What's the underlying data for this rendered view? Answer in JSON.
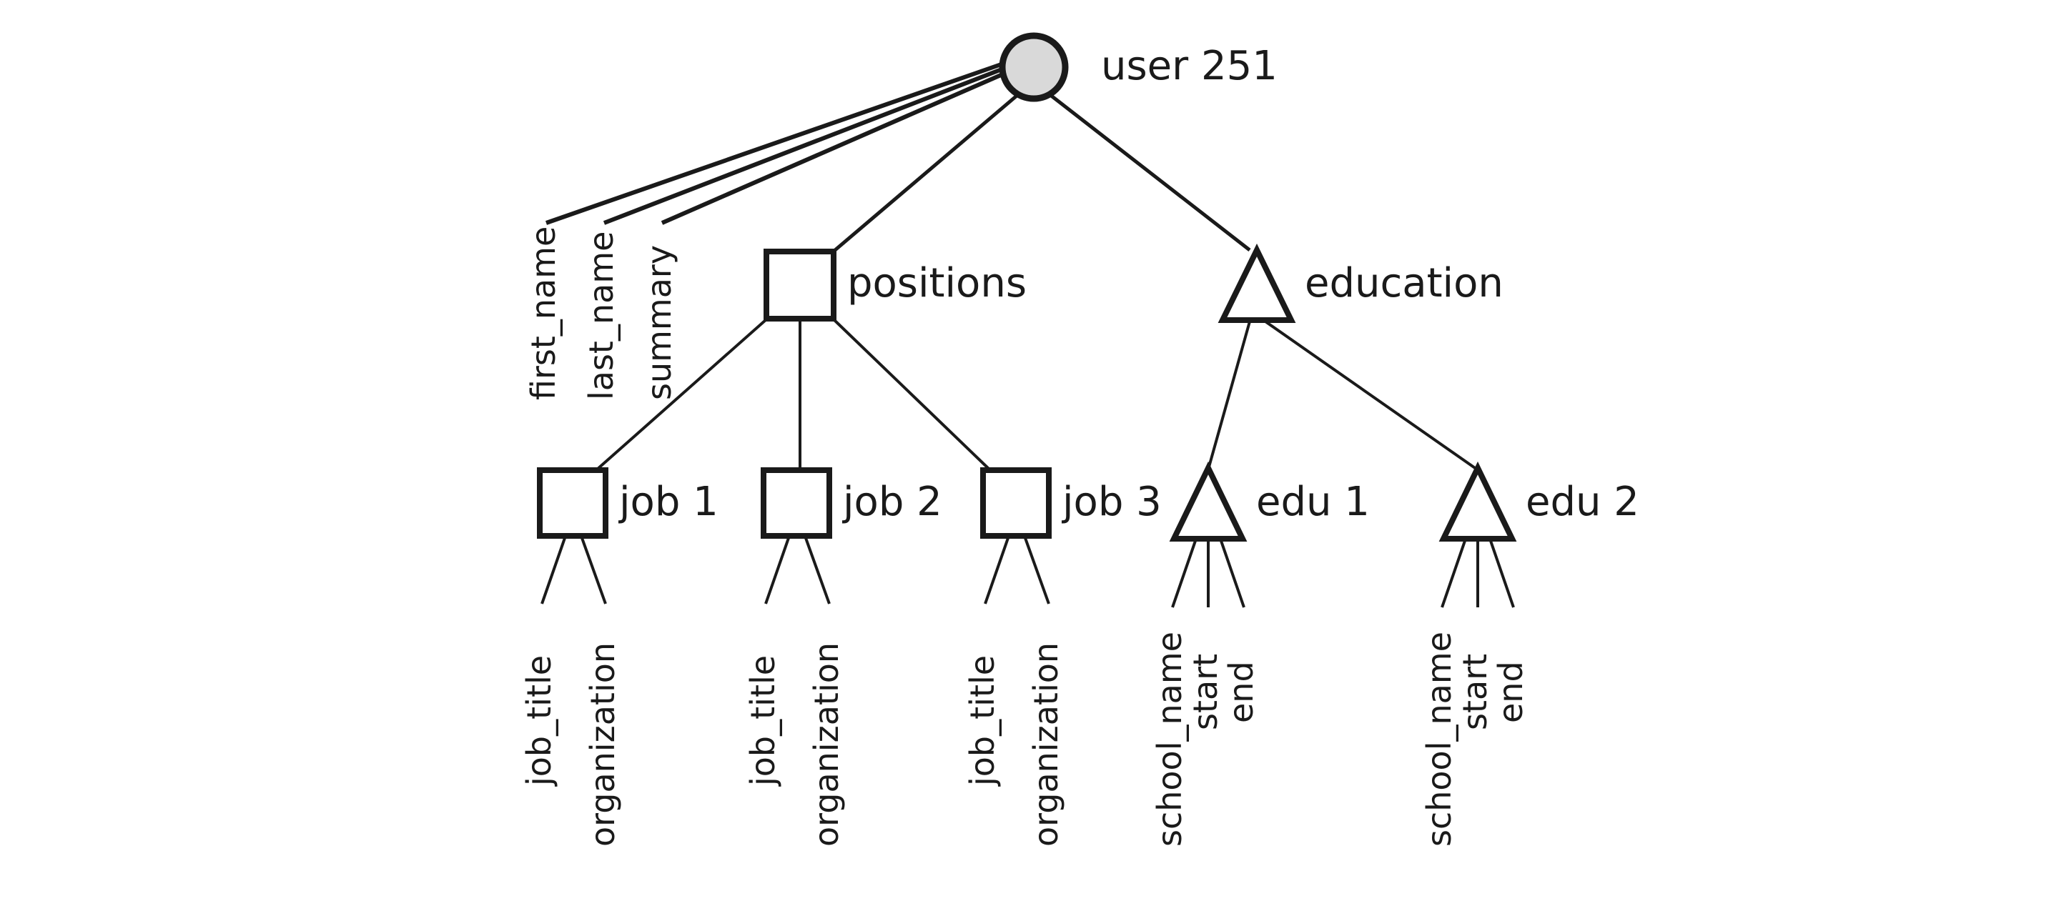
{
  "diagram": {
    "type": "tree",
    "title": "",
    "background_color": "#ffffff",
    "line_color": "#1a1a1a",
    "root_fill_color": "#d9d9d9",
    "node_fill_color": "#ffffff",
    "root": {
      "label": "user 251",
      "shape": "circle",
      "attributes": [
        "first_name",
        "last_name",
        "summary"
      ],
      "children": [
        {
          "label": "positions",
          "shape": "square",
          "children": [
            {
              "label": "job 1",
              "shape": "square",
              "attributes": [
                "job_title",
                "organization"
              ]
            },
            {
              "label": "job 2",
              "shape": "square",
              "attributes": [
                "job_title",
                "organization"
              ]
            },
            {
              "label": "job 3",
              "shape": "square",
              "attributes": [
                "job_title",
                "organization"
              ]
            }
          ]
        },
        {
          "label": "education",
          "shape": "triangle",
          "children": [
            {
              "label": "edu 1",
              "shape": "triangle",
              "attributes": [
                "school_name",
                "start",
                "end"
              ]
            },
            {
              "label": "edu 2",
              "shape": "triangle",
              "attributes": [
                "school_name",
                "start",
                "end"
              ]
            }
          ]
        }
      ]
    },
    "labels": {
      "root": "user 251",
      "positions": "positions",
      "education": "education",
      "job1": "job 1",
      "job2": "job 2",
      "job3": "job 3",
      "edu1": "edu 1",
      "edu2": "edu 2",
      "root_attr_1": "first_name",
      "root_attr_2": "last_name",
      "root_attr_3": "summary",
      "job1_attr_1": "job_title",
      "job1_attr_2": "organization",
      "job2_attr_1": "job_title",
      "job2_attr_2": "organization",
      "job3_attr_1": "job_title",
      "job3_attr_2": "organization",
      "edu1_attr_1": "school_name",
      "edu1_attr_2": "start",
      "edu1_attr_3": "end",
      "edu2_attr_1": "school_name",
      "edu2_attr_2": "start",
      "edu2_attr_3": "end"
    }
  }
}
